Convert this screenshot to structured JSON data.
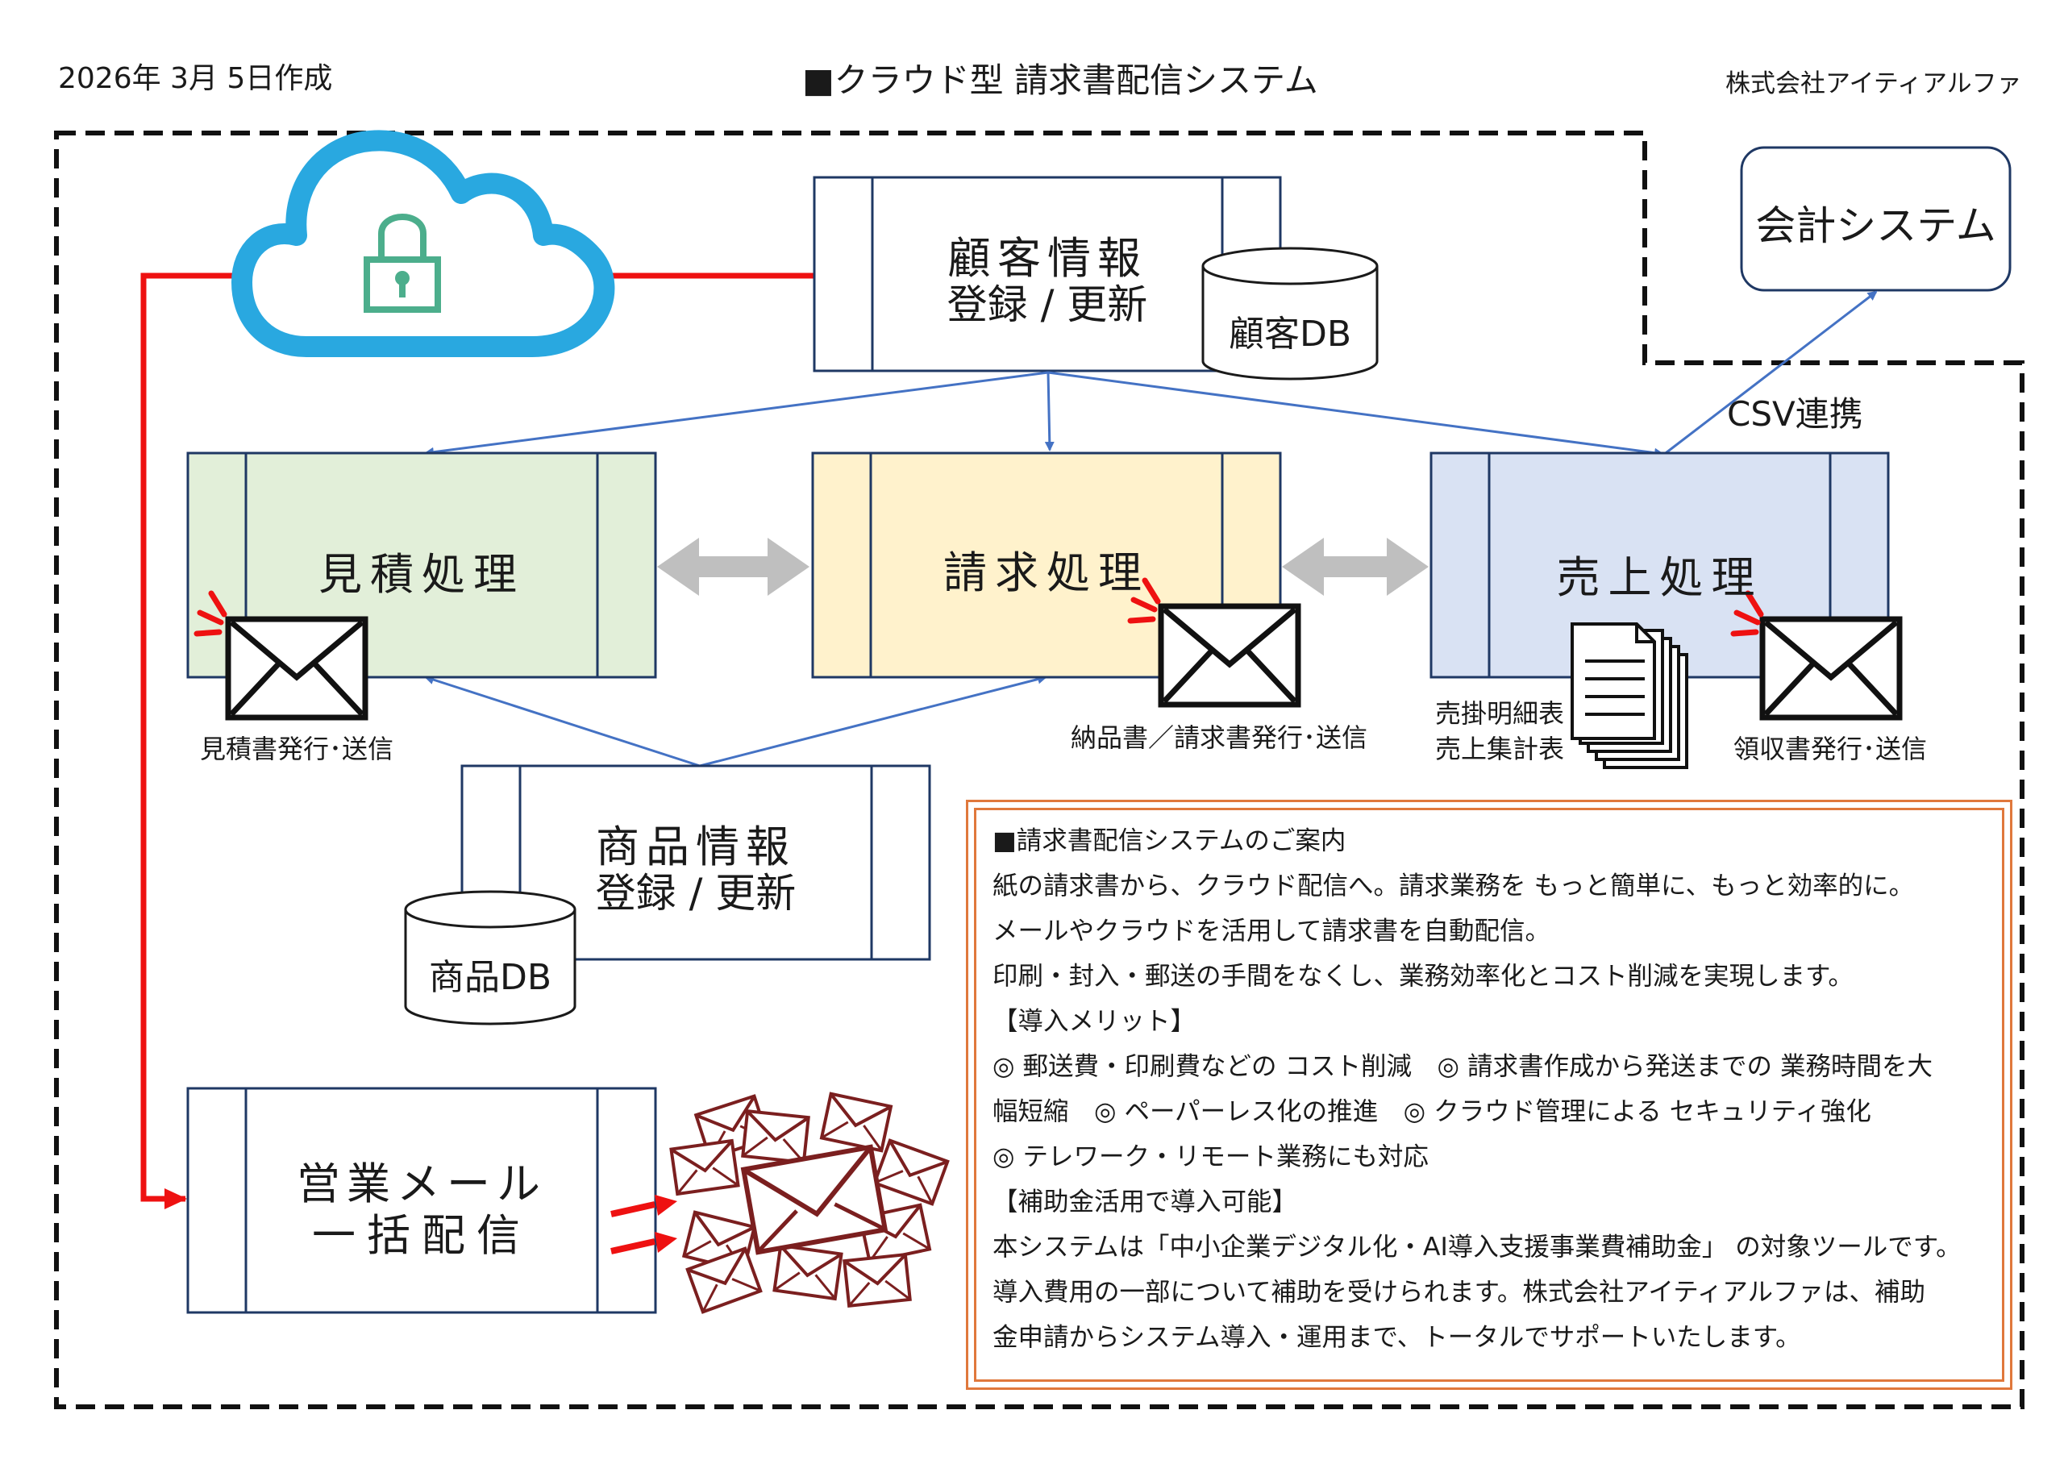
{
  "header": {
    "date": "2026年 3月 5日作成",
    "title": "■クラウド型 請求書配信システム",
    "company": "株式会社アイティアルファ"
  },
  "diagram": {
    "customer_process": {
      "line1": "顧客情報",
      "line2": "登録 / 更新"
    },
    "customer_db": "顧客DB",
    "accounting_system": "会計システム",
    "csv_link": "CSV連携",
    "estimate_process": "見積処理",
    "invoice_process": "請求処理",
    "sales_process": "売上処理",
    "estimate_caption": "見積書発行･送信",
    "invoice_caption": "納品書／請求書発行･送信",
    "receipt_caption": "領収書発行･送信",
    "report_caption_1": "売掛明細表",
    "report_caption_2": "売上集計表",
    "product_process": {
      "line1": "商品情報",
      "line2": "登録 / 更新"
    },
    "product_db": "商品DB",
    "mail_process": {
      "line1": "営業メール",
      "line2": "一括配信"
    }
  },
  "info": {
    "lines": [
      "■請求書配信システムのご案内",
      "紙の請求書から、クラウド配信へ。請求業務を もっと簡単に、もっと効率的に。",
      "メールやクラウドを活用して請求書を自動配信。",
      "印刷・封入・郵送の手間をなくし、業務効率化とコスト削減を実現します。",
      "【導入メリット】",
      "◎ 郵送費・印刷費などの コスト削減　◎ 請求書作成から発送までの 業務時間を大",
      "幅短縮　◎ ペーパーレス化の推進　◎ クラウド管理による セキュリティ強化",
      "◎ テレワーク・リモート業務にも対応",
      "【補助金活用で導入可能】",
      "本システムは「中小企業デジタル化・AI導入支援事業費補助金」 の対象ツールです。",
      "導入費用の一部について補助を受けられます。株式会社アイティアルファは、補助",
      "金申請からシステム導入・運用まで、トータルでサポートいたします。"
    ]
  },
  "colors": {
    "estimate_fill": "#e2efd9",
    "invoice_fill": "#fff2cc",
    "sales_fill": "#d9e2f3",
    "box_stroke": "#1f3864",
    "flow_arrow": "#4472c4",
    "red_line": "#ee1111",
    "cloud": "#29a8e0",
    "lock": "#4cae8c",
    "info_border": "#e0783c",
    "mail_burst": "#7b1f1f"
  },
  "icons": [
    "cloud-icon",
    "lock-icon",
    "envelope-icon",
    "document-stack-icon",
    "database-icon",
    "mail-burst-icon"
  ]
}
